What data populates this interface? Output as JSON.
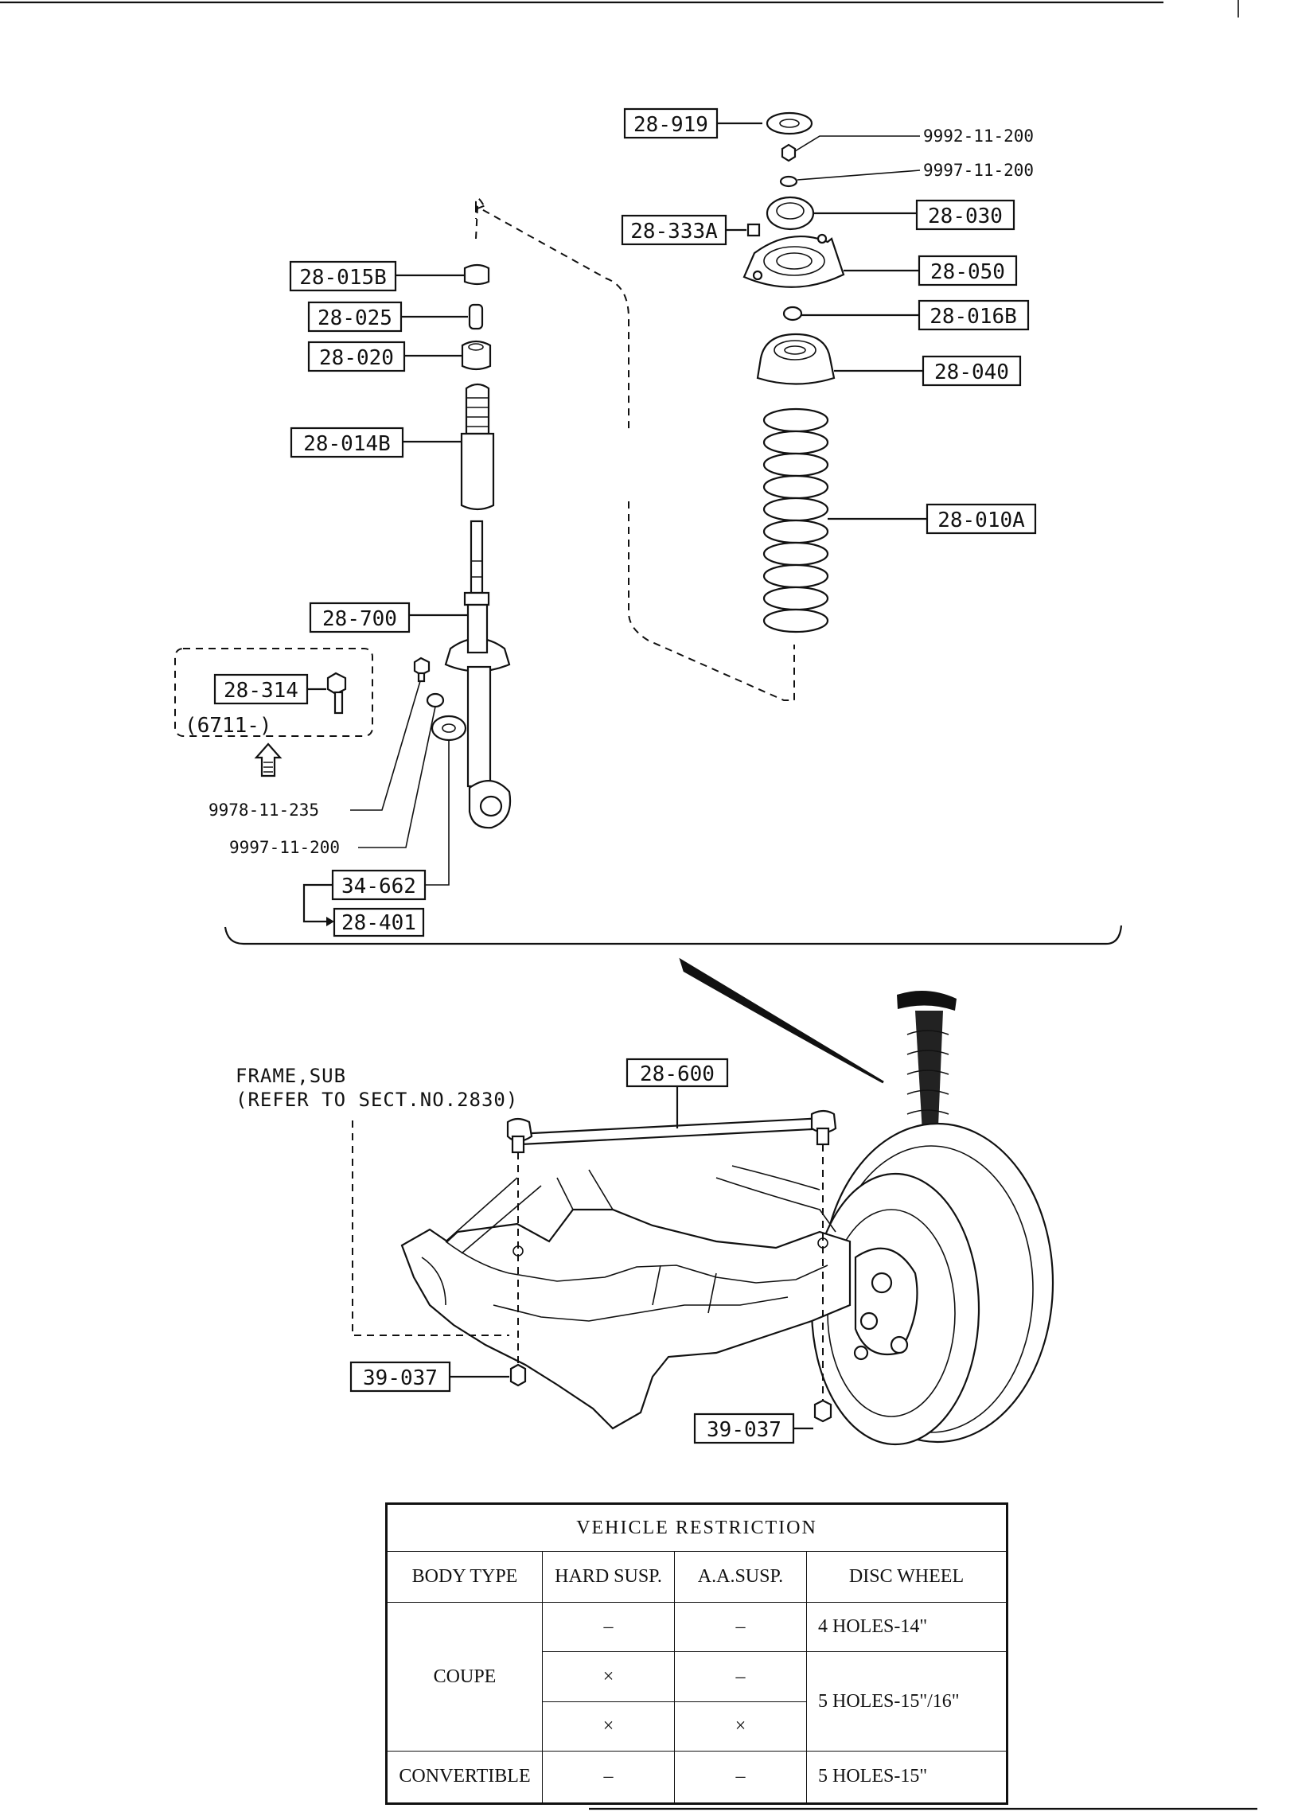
{
  "callouts": {
    "insulator_top": "28-919",
    "nut": "9992-11-200",
    "washer_top": "9997-11-200",
    "bearing": "28-030",
    "cap": "28-333A",
    "mount": "28-050",
    "bushing_b": "28-016B",
    "seat": "28-040",
    "spring": "28-010A",
    "bushing_top": "28-015B",
    "spacer": "28-025",
    "bushing": "28-020",
    "bound_stopper": "28-014B",
    "shock_absorber": "28-700",
    "bolt_alt": "28-314",
    "bolt_alt_note": "(6711-)",
    "bolt": "9978-11-235",
    "washer": "9997-11-200",
    "washer_lower": "34-662",
    "set": "28-401",
    "stabilizer": "28-600",
    "frame_note_line1": "FRAME,SUB",
    "frame_note_line2": "(REFER TO SECT.NO.2830)",
    "nut_left": "39-037",
    "nut_right": "39-037"
  },
  "table": {
    "title": "VEHICLE  RESTRICTION",
    "headers": [
      "BODY TYPE",
      "HARD SUSP.",
      "A.A.SUSP.",
      "DISC WHEEL"
    ],
    "rows": [
      {
        "body": "COUPE",
        "hard": "–",
        "aa": "–",
        "wheel": "4 HOLES-14\""
      },
      {
        "body": "",
        "hard": "×",
        "aa": "–",
        "wheel": "5 HOLES-15\"/16\""
      },
      {
        "body": "",
        "hard": "×",
        "aa": "×",
        "wheel": ""
      },
      {
        "body": "CONVERTIBLE",
        "hard": "–",
        "aa": "–",
        "wheel": "5 HOLES-15\""
      }
    ]
  }
}
